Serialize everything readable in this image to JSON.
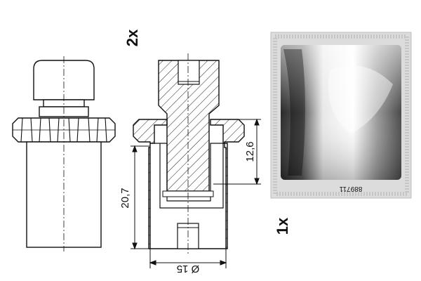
{
  "labels": {
    "qty_pins": "2x",
    "qty_sachet": "1x",
    "dim_diameter": "Ø 15",
    "dim_height": "20,7",
    "dim_depth": "12,6",
    "sachet_code": "889711"
  },
  "colors": {
    "line": "#111111",
    "hatch": "#333333",
    "sachet_light": "#e9e9e9",
    "sachet_dark": "#2a2a2a",
    "frame": "#c8c8c8"
  }
}
